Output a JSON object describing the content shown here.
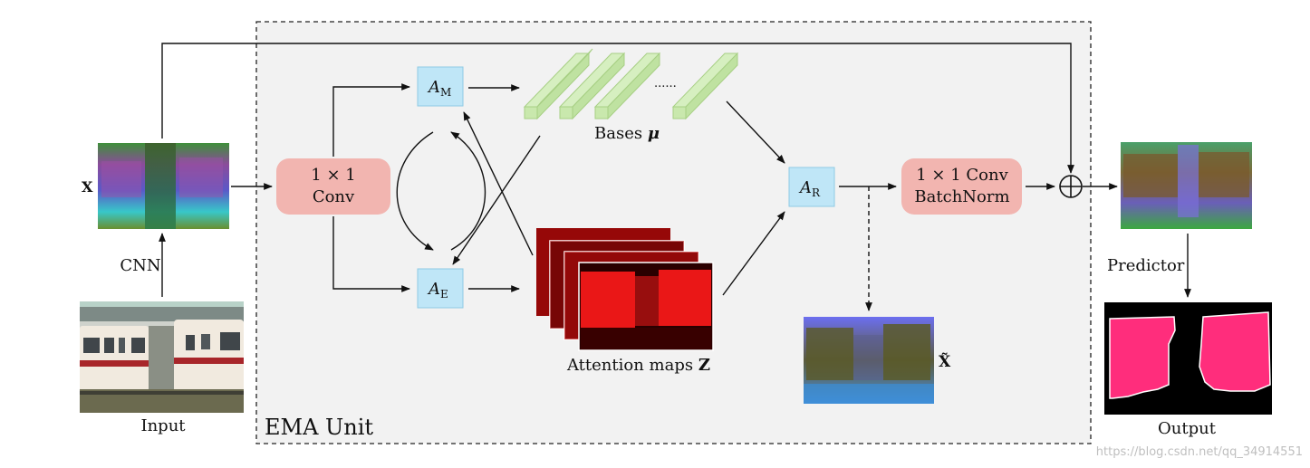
{
  "unit_label": "EMA Unit",
  "input_label": "Input",
  "cnn_label": "CNN",
  "x_label": "X",
  "x_tilde_label": "X̃",
  "conv_box": {
    "line1": "1 × 1",
    "line2": "Conv"
  },
  "conv_bn_box": {
    "line1": "1 × 1 Conv",
    "line2": "BatchNorm"
  },
  "node_am": {
    "main": "A",
    "sub": "M"
  },
  "node_ae": {
    "main": "A",
    "sub": "E"
  },
  "node_ar": {
    "main": "A",
    "sub": "R"
  },
  "bases_label": "Bases",
  "bases_symbol": "μ",
  "ellipsis": "......",
  "attention_label": "Attention maps",
  "attention_symbol": "Z",
  "predictor_label": "Predictor",
  "output_label": "Output",
  "plus_symbol": "⊕",
  "watermark": "https://blog.csdn.net/qq_34914551",
  "colors": {
    "node_fill": "#bfe6f7",
    "node_stroke": "#8fcbe4",
    "conv_fill": "#f2b5b0",
    "bases_fill": "#d6efc0",
    "unit_bg": "#f2f2f2",
    "seg_pink": "#ff2d7c",
    "attention_red": "#ff1a1a"
  }
}
